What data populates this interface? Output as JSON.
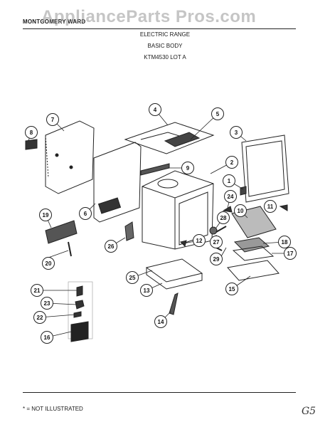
{
  "header": {
    "brand": "MONTGOMERY WARD",
    "watermark": "ApplianceParts Pros.com",
    "lines": [
      "ELECTRIC RANGE",
      "BASIC BODY",
      "KTM4530 LOT A"
    ]
  },
  "callouts": [
    "1",
    "2",
    "3",
    "4",
    "5",
    "6",
    "7",
    "8",
    "9",
    "10",
    "11",
    "12",
    "13",
    "14",
    "15",
    "16",
    "17",
    "18",
    "19",
    "20",
    "21",
    "22",
    "23",
    "24",
    "25",
    "26",
    "27",
    "28",
    "29"
  ],
  "footer": {
    "note": "* = NOT ILLUSTRATED",
    "handwritten": "G5"
  }
}
